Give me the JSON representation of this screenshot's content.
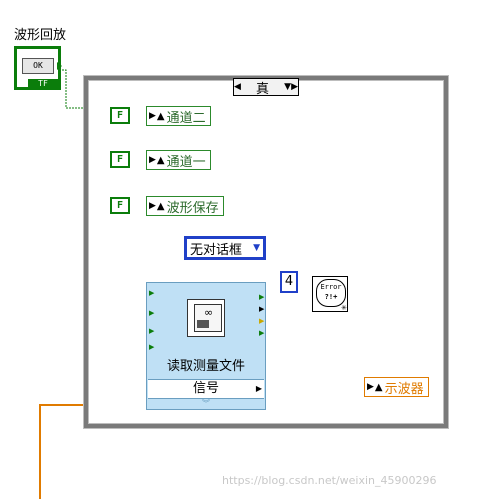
{
  "control": {
    "label": "波形回放",
    "button_text": "OK",
    "tf_text": "TF"
  },
  "case_structure": {
    "selector_value": "真"
  },
  "property_nodes": [
    {
      "label": "通道二",
      "constant": "F"
    },
    {
      "label": "通道一",
      "constant": "F"
    },
    {
      "label": "波形保存",
      "constant": "F"
    }
  ],
  "ring_constant": {
    "value": "无对话框"
  },
  "numeric_constant": {
    "value": "4"
  },
  "error_icon": {
    "line1": "Error",
    "line2": "?!+"
  },
  "express_vi": {
    "label": "读取测量文件",
    "terminal": "信号",
    "icon": "glasses-icon"
  },
  "output_node": {
    "label": "示波器"
  },
  "watermark": "https://blog.csdn.net/weixin_45900296",
  "colors": {
    "boolean": "#0b7d0b",
    "numeric": "#2040c8",
    "waveform": "#e07b00",
    "frame": "#7a7a7a",
    "express_bg": "#bfe0f5"
  }
}
